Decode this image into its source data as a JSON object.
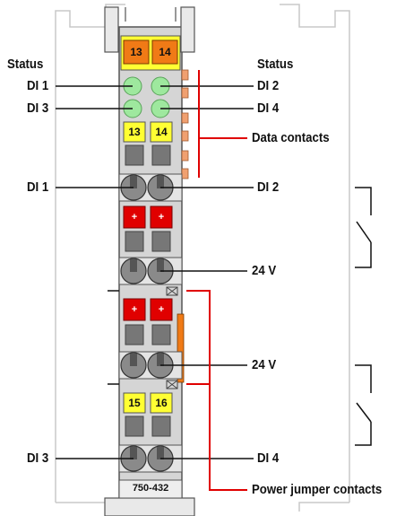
{
  "labels": {
    "status_left": "Status",
    "status_right": "Status",
    "di1_top": "DI 1",
    "di2_top": "DI 2",
    "di3_top": "DI 3",
    "di4_top": "DI 4",
    "data_contacts": "Data contacts",
    "di1_mid": "DI 1",
    "di2_mid": "DI 2",
    "v24_a": "24 V",
    "v24_b": "24 V",
    "di3_bottom": "DI 3",
    "di4_bottom": "DI 4",
    "power_jumper": "Power jumper contacts"
  },
  "terminals": {
    "top_left": "13",
    "top_right": "14",
    "mid_left": "13",
    "mid_right": "14",
    "bottom_left": "15",
    "bottom_right": "16",
    "plus_sign": "+"
  },
  "model_number": "750-432",
  "colors": {
    "module_body": "#d5d5d5",
    "led_green": "#9ee89e",
    "terminal_yellow": "#ffff33",
    "terminal_orange": "#f07a16",
    "terminal_red": "#e00000",
    "contact_orange": "#f0a070",
    "callout_red": "#e00000"
  }
}
